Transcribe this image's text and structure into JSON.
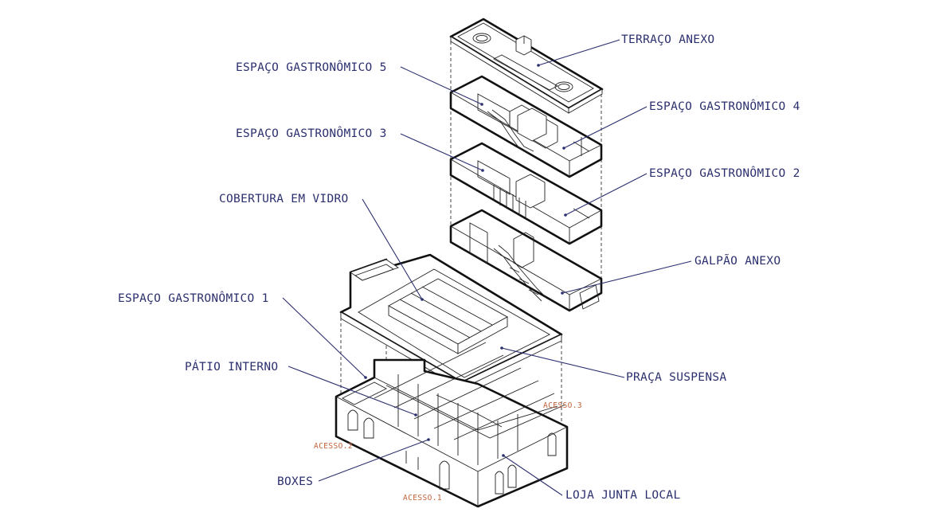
{
  "colors": {
    "label": "#2b2f6e",
    "access": "#c0623a",
    "line": "#111111"
  },
  "labels": {
    "terraco_anexo": "TERRAÇO ANEXO",
    "espaco_gastronomico_5": "ESPAÇO GASTRONÔMICO 5",
    "espaco_gastronomico_4": "ESPAÇO GASTRONÔMICO 4",
    "espaco_gastronomico_3": "ESPAÇO GASTRONÔMICO 3",
    "espaco_gastronomico_2": "ESPAÇO GASTRONÔMICO 2",
    "cobertura_em_vidro": "COBERTURA EM VIDRO",
    "galpao_anexo": "GALPÃO ANEXO",
    "espaco_gastronomico_1": "ESPAÇO GASTRONÔMICO 1",
    "patio_interno": "PÁTIO INTERNO",
    "praca_suspensa": "PRAÇA SUSPENSA",
    "boxes": "BOXES",
    "loja_junta_local": "LOJA JUNTA LOCAL"
  },
  "access": {
    "acesso_1": "ACESSO.1",
    "acesso_2": "ACESSO.2",
    "acesso_3": "ACESSO.3"
  }
}
